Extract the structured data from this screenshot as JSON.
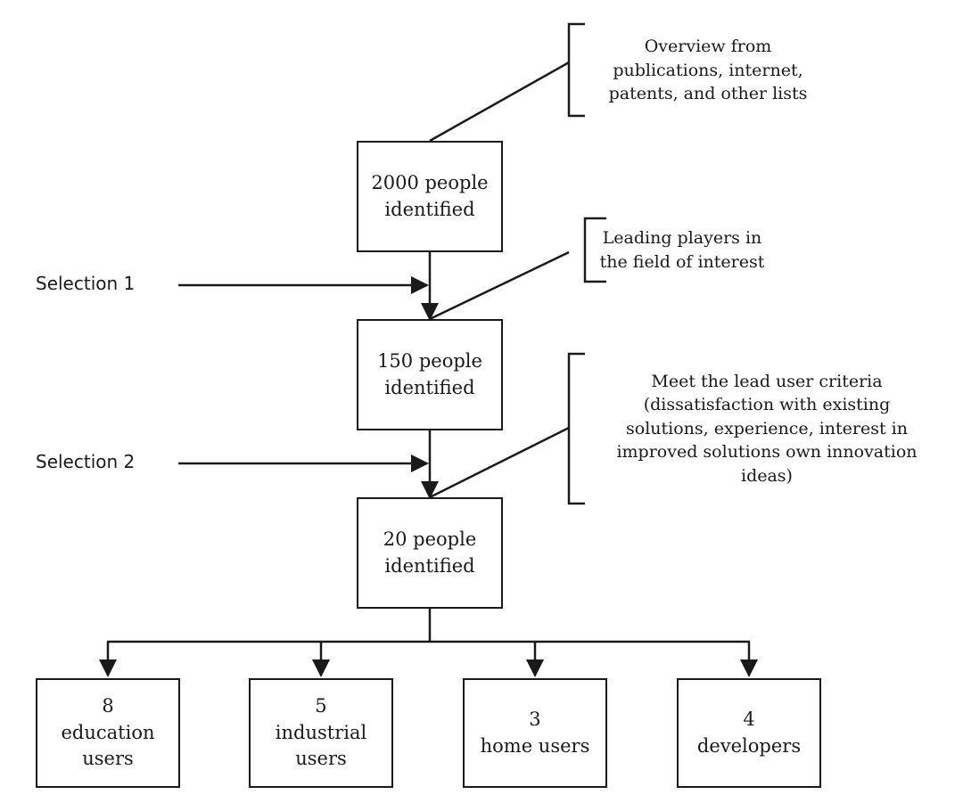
{
  "stages": [
    {
      "lines": [
        "2000 people",
        "identified"
      ]
    },
    {
      "lines": [
        "150 people",
        "identified"
      ]
    },
    {
      "lines": [
        "20 people",
        "identified"
      ]
    }
  ],
  "selections": [
    "Selection 1",
    "Selection 2"
  ],
  "notes": [
    {
      "lines": [
        "Overview from",
        "publications, internet,",
        "patents, and other lists"
      ]
    },
    {
      "lines": [
        "Leading players in",
        "the field of interest"
      ]
    },
    {
      "lines": [
        "Meet the lead user criteria",
        "(dissatisfaction with existing",
        "solutions, experience, interest in",
        "improved solutions own innovation",
        "ideas)"
      ]
    }
  ],
  "groups": [
    {
      "lines": [
        "8",
        "education",
        "users"
      ]
    },
    {
      "lines": [
        "5",
        "industrial",
        "users"
      ]
    },
    {
      "lines": [
        "3",
        "home users"
      ]
    },
    {
      "lines": [
        "4",
        "developers"
      ]
    }
  ],
  "colors": {
    "line": "#1a1a1a",
    "background": "#ffffff"
  }
}
